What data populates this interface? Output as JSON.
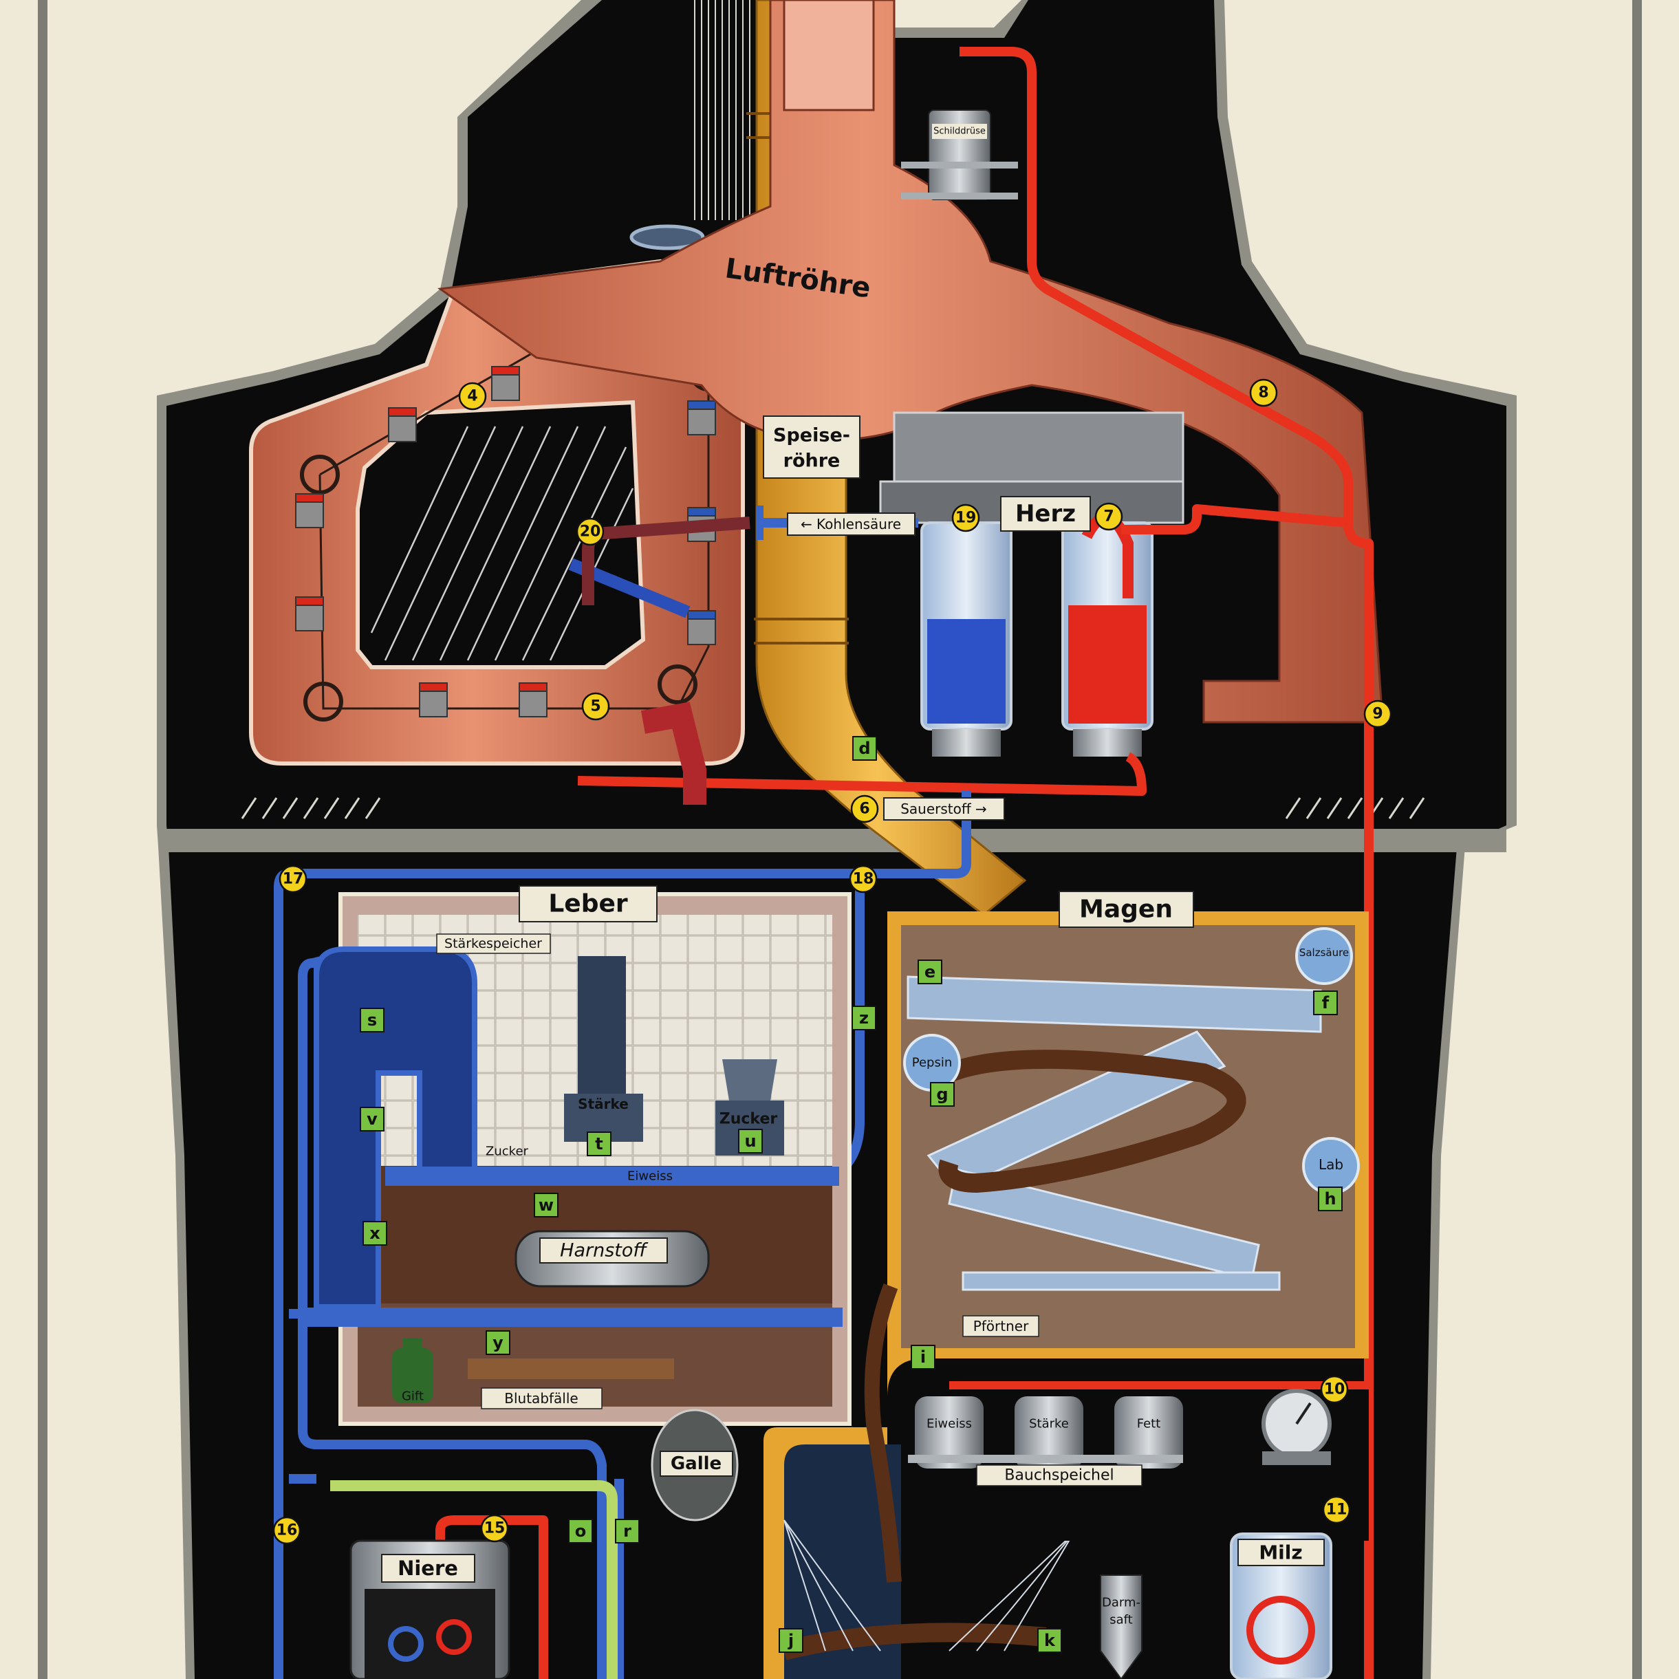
{
  "organs": {
    "trachea": "Luftröhre",
    "esophagus_line1": "Speise-",
    "esophagus_line2": "röhre",
    "heart": "Herz",
    "liver": "Leber",
    "stomach": "Magen",
    "thyroid": "Schilddrüse",
    "kidney": "Niere",
    "spleen": "Milz",
    "bile": "Galle",
    "pancreas": "Bauchspeichel",
    "pylorus": "Pförtner",
    "intestinal_juice_line1": "Darm-",
    "intestinal_juice_line2": "saft"
  },
  "flows": {
    "co2": "← Kohlensäure",
    "oxygen": "Sauerstoff →"
  },
  "liver_labels": {
    "starch_store": "Stärkespeicher",
    "starch": "Stärke",
    "sugar": "Zucker",
    "sugar_floor": "Zucker",
    "protein": "Eiweiss",
    "urea": "Harnstoff",
    "poison": "Gift",
    "blood_waste": "Blutabfälle"
  },
  "stomach_labels": {
    "pepsin": "Pepsin",
    "hcl": "Salzsäure",
    "rennet": "Lab"
  },
  "pancreas_tanks": [
    "Eiweiss",
    "Stärke",
    "Fett"
  ],
  "numbers": [
    "4",
    "5",
    "6",
    "7",
    "8",
    "9",
    "10",
    "11",
    "15",
    "16",
    "17",
    "18",
    "19",
    "20"
  ],
  "letters": [
    "d",
    "e",
    "f",
    "g",
    "h",
    "i",
    "j",
    "k",
    "o",
    "r",
    "s",
    "t",
    "u",
    "v",
    "w",
    "x",
    "y",
    "z"
  ],
  "colors": {
    "background": "#efe9d8",
    "body_black": "#0b0b0b",
    "body_border": "#8f8f86",
    "trachea_copper": "#d8785a",
    "esophagus_yellow": "#e6a531",
    "artery_red": "#e8321e",
    "vein_blue": "#3a66c9",
    "number_badge": "#f4d21c",
    "letter_badge": "#79c241"
  }
}
